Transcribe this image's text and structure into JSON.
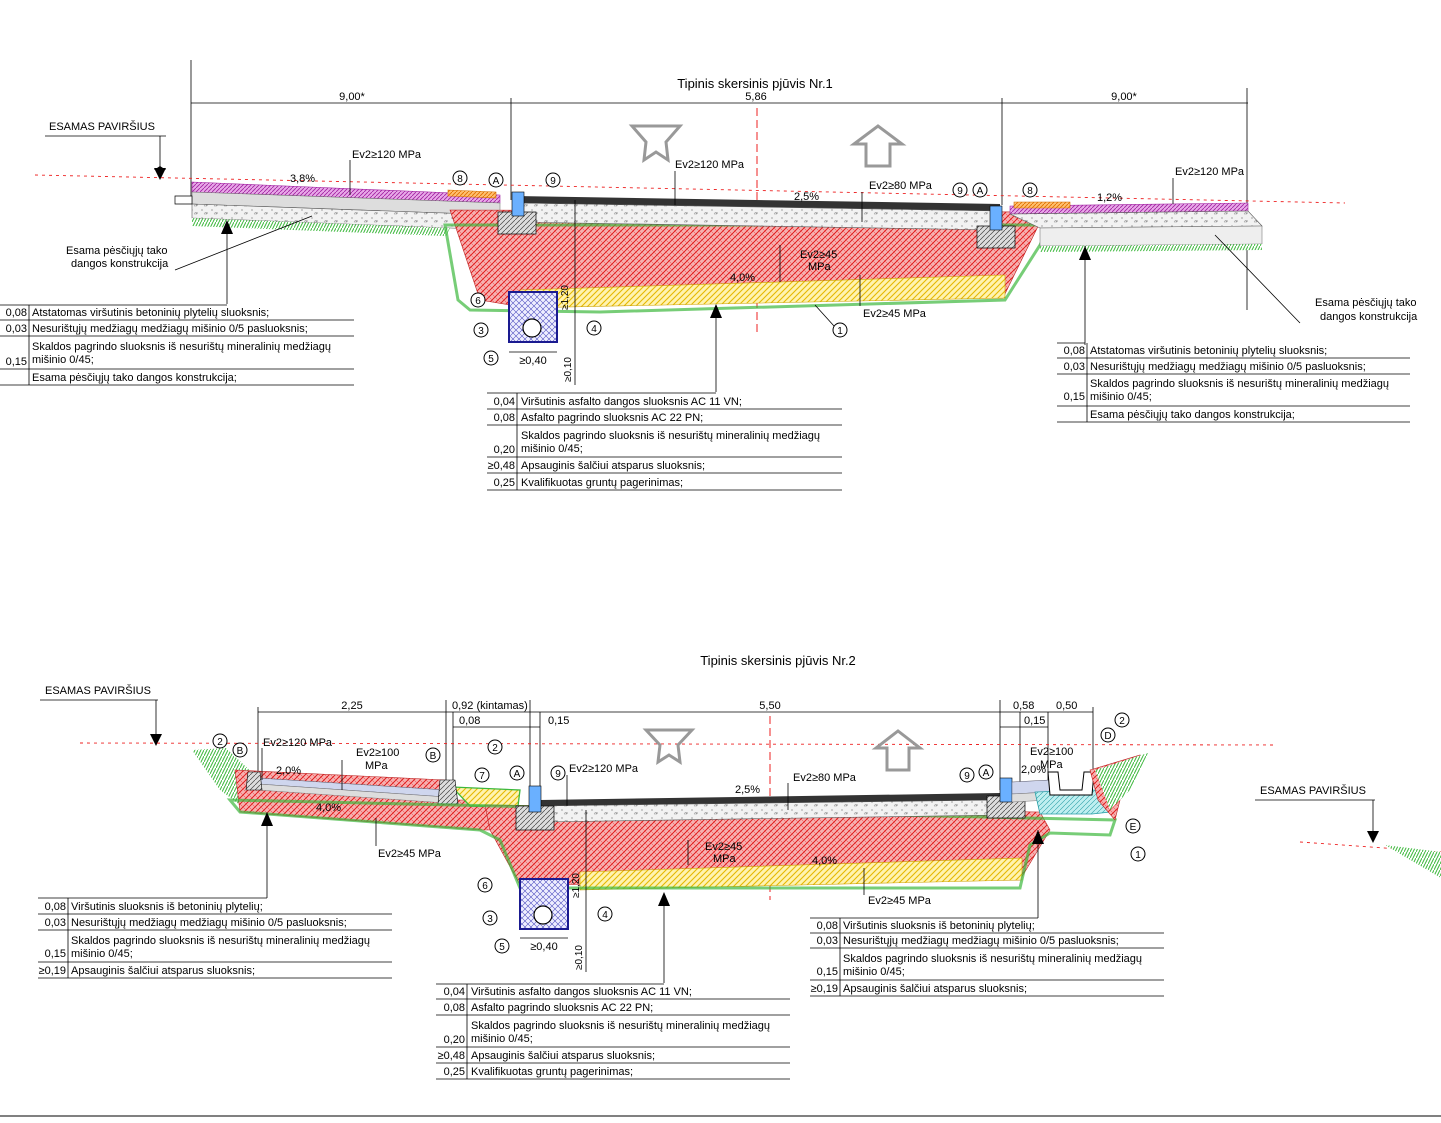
{
  "s1": {
    "title": "Tipinis skersinis pjūvis Nr.1",
    "dim_left": "9,00*",
    "dim_mid": "5,86",
    "dim_right": "9,00*",
    "esamas": "ESAMAS PAVIRŠIUS",
    "slope_left": "3,8%",
    "slope_mid": "2,5%",
    "slope_right": "1,2%",
    "slope_base": "4,0%",
    "ev120_a": "Ev2≥120 MPa",
    "ev120_b": "Ev2≥120 MPa",
    "ev120_c": "Ev2≥120 MPa",
    "ev80": "Ev2≥80 MPa",
    "ev45_a": "Ev2≥45",
    "ev45_a_unit": "MPa",
    "ev45_b": "Ev2≥45 MPa",
    "existing_left_1": "Esama pėsčiųjų tako",
    "existing_left_2": "dangos konstrukcija",
    "existing_right_1": "Esama pėsčiųjų tako",
    "existing_right_2": "dangos konstrukcija",
    "drain_w": "≥0,40",
    "drain_h": "≥1,20",
    "drain_b": "≥0,10",
    "labels": [
      "8",
      "A",
      "9",
      "9",
      "A",
      "8",
      "6",
      "3",
      "4",
      "5",
      "1"
    ],
    "table_left": [
      {
        "t": "0,08",
        "d": "Atstatomas viršutinis betoninių plytelių sluoksnis;"
      },
      {
        "t": "0,03",
        "d": "Nesurištųjų medžiagų medžiagų mišinio 0/5 pasluoksnis;"
      },
      {
        "t": "0,15",
        "d": "Skaldos pagrindo sluoksnis iš nesurištų mineralinių medžiagų",
        "d2": "mišinio 0/45;"
      },
      {
        "t": "",
        "d": "Esama pėsčiųjų tako dangos konstrukcija;"
      }
    ],
    "table_mid": [
      {
        "t": "0,04",
        "d": "Viršutinis asfalto dangos sluoksnis AC 11 VN;"
      },
      {
        "t": "0,08",
        "d": "Asfalto pagrindo sluoksnis AC 22 PN;"
      },
      {
        "t": "0,20",
        "d": "Skaldos pagrindo sluoksnis iš nesurištų mineralinių medžiagų",
        "d2": "mišinio 0/45;"
      },
      {
        "t": "≥0,48",
        "d": "Apsauginis šalčiui atsparus sluoksnis;"
      },
      {
        "t": "0,25",
        "d": "Kvalifikuotas gruntų pagerinimas;"
      }
    ],
    "table_right": [
      {
        "t": "0,08",
        "d": "Atstatomas viršutinis betoninių plytelių sluoksnis;"
      },
      {
        "t": "0,03",
        "d": "Nesurištųjų medžiagų medžiagų mišinio 0/5 pasluoksnis;"
      },
      {
        "t": "0,15",
        "d": "Skaldos pagrindo sluoksnis iš nesurištų mineralinių medžiagų",
        "d2": "mišinio 0/45;"
      },
      {
        "t": "",
        "d": "Esama pėsčiųjų tako dangos konstrukcija;"
      }
    ]
  },
  "s2": {
    "title": "Tipinis skersinis pjūvis Nr.2",
    "esamas_left": "ESAMAS PAVIRŠIUS",
    "esamas_right": "ESAMAS PAVIRŠIUS",
    "dim_225": "2,25",
    "dim_092": "0,92 (kintamas)",
    "dim_008": "0,08",
    "dim_015a": "0,15",
    "dim_550": "5,50",
    "dim_058": "0,58",
    "dim_015b": "0,15",
    "dim_050": "0,50",
    "ev120_a": "Ev2≥120 MPa",
    "ev100_a": "Ev2≥100",
    "ev100_a_unit": "MPa",
    "ev120_b": "Ev2≥120 MPa",
    "ev80": "Ev2≥80 MPa",
    "ev100_b": "Ev2≥100",
    "ev100_b_unit": "MPa",
    "ev45_a": "Ev2≥45 MPa",
    "ev45_b": "Ev2≥45",
    "ev45_b_unit": "MPa",
    "ev45_c": "Ev2≥45 MPa",
    "slope_20a": "2,0%",
    "slope_40a": "4,0%",
    "slope_25": "2,5%",
    "slope_20b": "2,0%",
    "slope_40b": "4,0%",
    "drain_w": "≥0,40",
    "drain_h": "≥1,20",
    "drain_b": "≥0,10",
    "labels": [
      "2",
      "B",
      "B",
      "2",
      "7",
      "A",
      "9",
      "9",
      "A",
      "D",
      "2",
      "E",
      "1",
      "6",
      "3",
      "4",
      "5"
    ],
    "table_left": [
      {
        "t": "0,08",
        "d": "Viršutinis sluoksnis iš betoninių plytelių;"
      },
      {
        "t": "0,03",
        "d": "Nesurištųjų medžiagų medžiagų mišinio 0/5 pasluoksnis;"
      },
      {
        "t": "0,15",
        "d": "Skaldos pagrindo sluoksnis iš nesurištų mineralinių medžiagų",
        "d2": "mišinio 0/45;"
      },
      {
        "t": "≥0,19",
        "d": "Apsauginis šalčiui atsparus sluoksnis;"
      }
    ],
    "table_mid": [
      {
        "t": "0,04",
        "d": "Viršutinis asfalto dangos sluoksnis AC 11 VN;"
      },
      {
        "t": "0,08",
        "d": "Asfalto pagrindo sluoksnis AC 22 PN;"
      },
      {
        "t": "0,20",
        "d": "Skaldos pagrindo sluoksnis iš nesurištų mineralinių medžiagų",
        "d2": "mišinio 0/45;"
      },
      {
        "t": "≥0,48",
        "d": "Apsauginis šalčiui atsparus sluoksnis;"
      },
      {
        "t": "0,25",
        "d": "Kvalifikuotas gruntų pagerinimas;"
      }
    ],
    "table_right": [
      {
        "t": "0,08",
        "d": "Viršutinis sluoksnis iš betoninių plytelių;"
      },
      {
        "t": "0,03",
        "d": "Nesurištųjų medžiagų medžiagų mišinio 0/5 pasluoksnis;"
      },
      {
        "t": "0,15",
        "d": "Skaldos pagrindo sluoksnis iš nesurištų mineralinių medžiagų",
        "d2": "mišinio 0/45;"
      },
      {
        "t": "≥0,19",
        "d": "Apsauginis šalčiui atsparus sluoksnis;"
      }
    ]
  }
}
